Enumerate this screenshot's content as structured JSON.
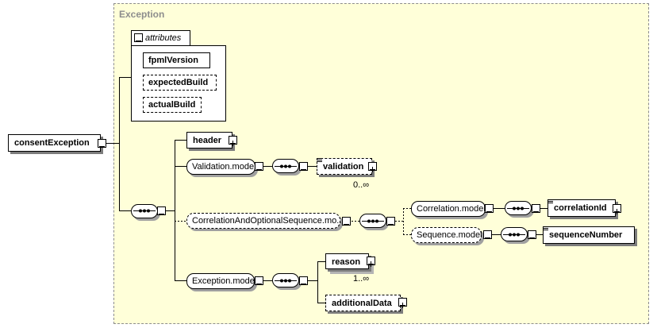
{
  "canvas_title": "Exception",
  "root": {
    "label": "consentException"
  },
  "attributes": {
    "tab_label": "attributes",
    "items": [
      {
        "label": "fpmlVersion"
      },
      {
        "label": "expectedBuild"
      },
      {
        "label": "actualBuild"
      }
    ]
  },
  "elements": {
    "header": "header",
    "validation_model": "Validation.model",
    "validation": "validation",
    "validation_mult": "0..∞",
    "correlation_seq": "CorrelationAndOptionalSequence.mo...",
    "correlation_model": "Correlation.model",
    "correlation_id": "correlationId",
    "sequence_model": "Sequence.model",
    "sequence_number": "sequenceNumber",
    "exception_model": "Exception.model",
    "reason": "reason",
    "reason_mult": "1..∞",
    "additional_data": "additionalData"
  },
  "colors": {
    "canvas": "#ffffd9",
    "border": "#000000",
    "shadow": "#7c7c7c",
    "title": "#8d8d8d"
  }
}
